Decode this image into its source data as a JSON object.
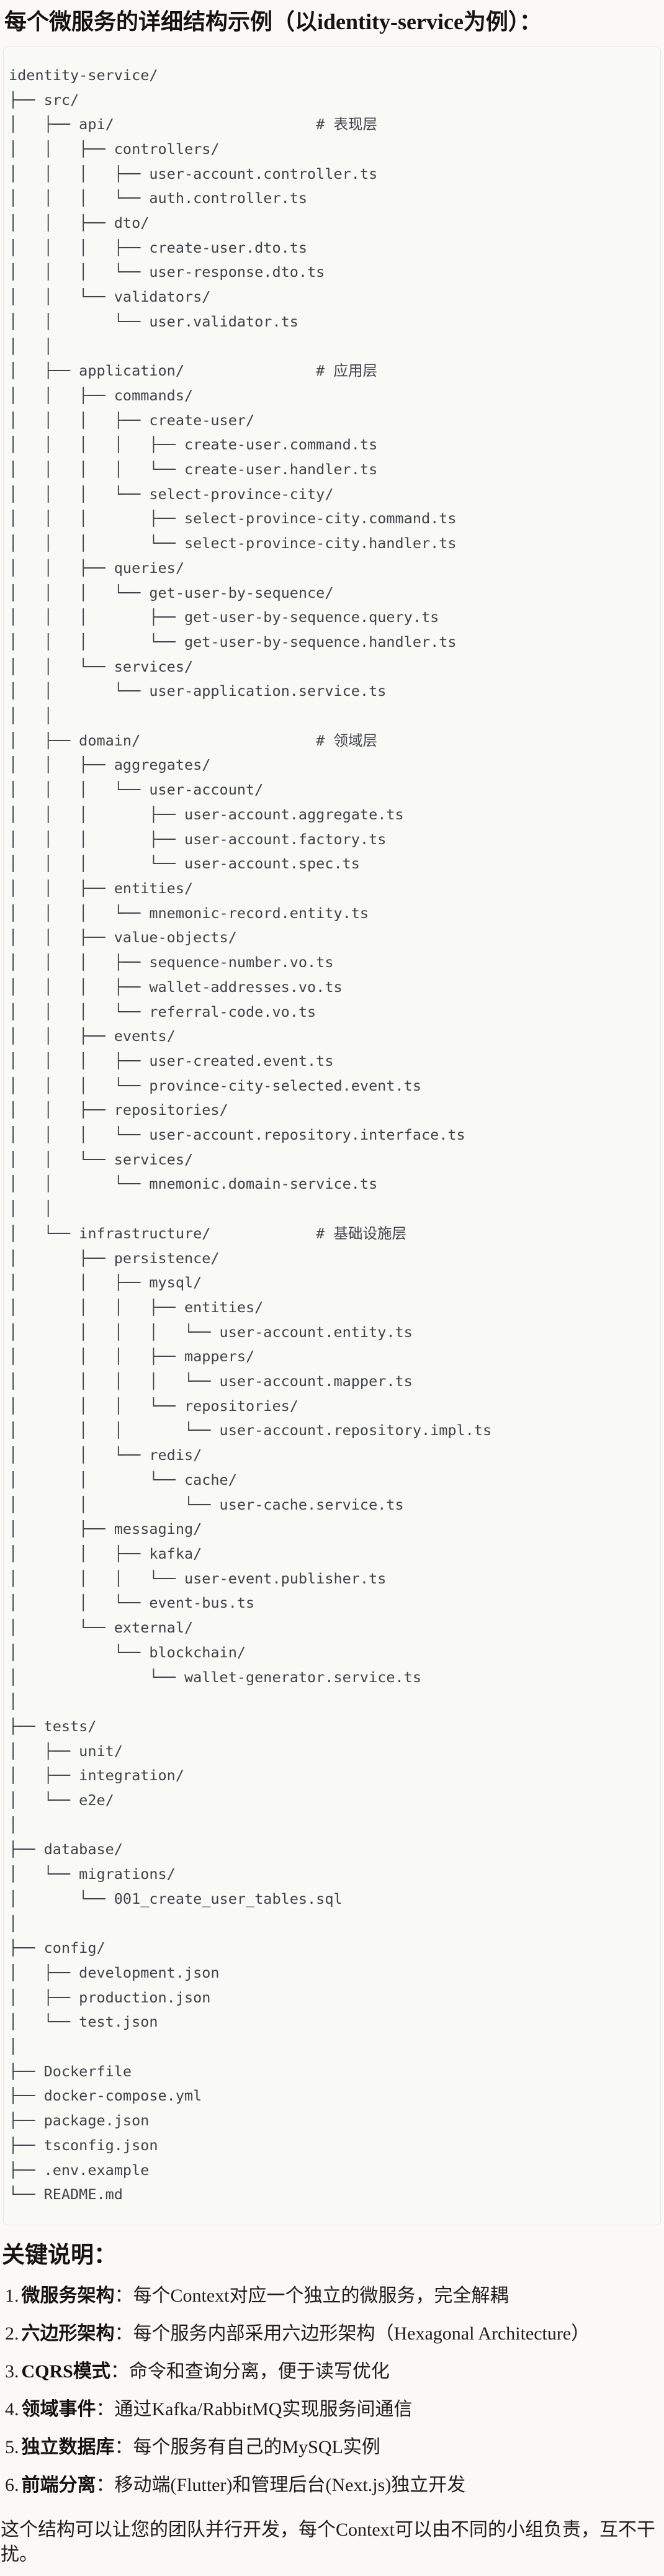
{
  "title": "每个微服务的详细结构示例（以identity-service为例）：",
  "code_block": {
    "tree": "identity-service/\n├── src/\n│   ├── api/                       # 表现层\n│   │   ├── controllers/\n│   │   │   ├── user-account.controller.ts\n│   │   │   └── auth.controller.ts\n│   │   ├── dto/\n│   │   │   ├── create-user.dto.ts\n│   │   │   └── user-response.dto.ts\n│   │   └── validators/\n│   │       └── user.validator.ts\n│   │\n│   ├── application/               # 应用层\n│   │   ├── commands/\n│   │   │   ├── create-user/\n│   │   │   │   ├── create-user.command.ts\n│   │   │   │   └── create-user.handler.ts\n│   │   │   └── select-province-city/\n│   │   │       ├── select-province-city.command.ts\n│   │   │       └── select-province-city.handler.ts\n│   │   ├── queries/\n│   │   │   └── get-user-by-sequence/\n│   │   │       ├── get-user-by-sequence.query.ts\n│   │   │       └── get-user-by-sequence.handler.ts\n│   │   └── services/\n│   │       └── user-application.service.ts\n│   │\n│   ├── domain/                    # 领域层\n│   │   ├── aggregates/\n│   │   │   └── user-account/\n│   │   │       ├── user-account.aggregate.ts\n│   │   │       ├── user-account.factory.ts\n│   │   │       └── user-account.spec.ts\n│   │   ├── entities/\n│   │   │   └── mnemonic-record.entity.ts\n│   │   ├── value-objects/\n│   │   │   ├── sequence-number.vo.ts\n│   │   │   ├── wallet-addresses.vo.ts\n│   │   │   └── referral-code.vo.ts\n│   │   ├── events/\n│   │   │   ├── user-created.event.ts\n│   │   │   └── province-city-selected.event.ts\n│   │   ├── repositories/\n│   │   │   └── user-account.repository.interface.ts\n│   │   └── services/\n│   │       └── mnemonic.domain-service.ts\n│   │\n│   └── infrastructure/            # 基础设施层\n│       ├── persistence/\n│       │   ├── mysql/\n│       │   │   ├── entities/\n│       │   │   │   └── user-account.entity.ts\n│       │   │   ├── mappers/\n│       │   │   │   └── user-account.mapper.ts\n│       │   │   └── repositories/\n│       │   │       └── user-account.repository.impl.ts\n│       │   └── redis/\n│       │       └── cache/\n│       │           └── user-cache.service.ts\n│       ├── messaging/\n│       │   ├── kafka/\n│       │   │   └── user-event.publisher.ts\n│       │   └── event-bus.ts\n│       └── external/\n│           └── blockchain/\n│               └── wallet-generator.service.ts\n│\n├── tests/\n│   ├── unit/\n│   ├── integration/\n│   └── e2e/\n│\n├── database/\n│   └── migrations/\n│       └── 001_create_user_tables.sql\n│\n├── config/\n│   ├── development.json\n│   ├── production.json\n│   └── test.json\n│\n├── Dockerfile\n├── docker-compose.yml\n├── package.json\n├── tsconfig.json\n├── .env.example\n└── README.md"
  },
  "key_notes": {
    "heading": "关键说明：",
    "items": [
      {
        "num": "1.",
        "label": "微服务架构",
        "text": "：每个Context对应一个独立的微服务，完全解耦"
      },
      {
        "num": "2.",
        "label": "六边形架构",
        "text": "：每个服务内部采用六边形架构（Hexagonal Architecture）"
      },
      {
        "num": "3.",
        "label": "CQRS模式",
        "text": "：命令和查询分离，便于读写优化"
      },
      {
        "num": "4.",
        "label": "领域事件",
        "text": "：通过Kafka/RabbitMQ实现服务间通信"
      },
      {
        "num": "5.",
        "label": "独立数据库",
        "text": "：每个服务有自己的MySQL实例"
      },
      {
        "num": "6.",
        "label": "前端分离",
        "text": "：移动端(Flutter)和管理后台(Next.js)独立开发"
      }
    ]
  },
  "closing_paragraph": "这个结构可以让您的团队并行开发，每个Context可以由不同的小组负责，互不干扰。"
}
